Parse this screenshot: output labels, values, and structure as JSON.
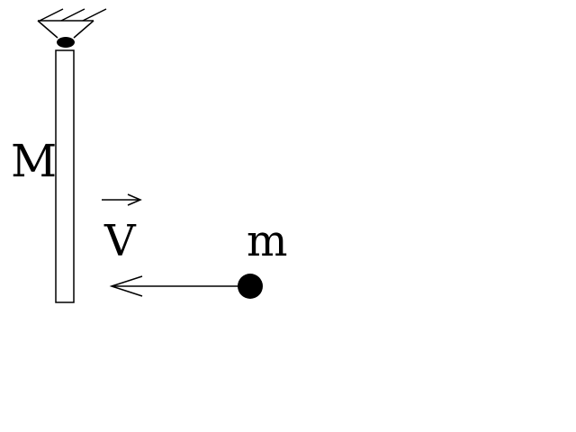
{
  "labels": {
    "rod_mass": "M",
    "velocity": "V",
    "ball_mass": "m"
  },
  "colors": {
    "ink": "#000000",
    "background": "#ffffff"
  }
}
